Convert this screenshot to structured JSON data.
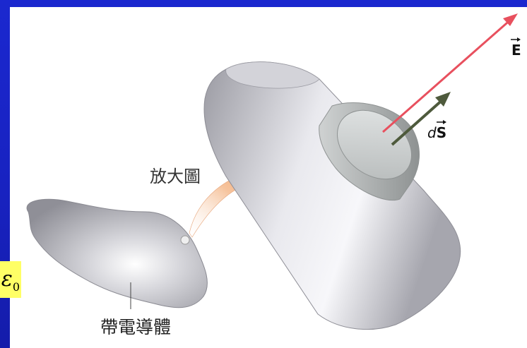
{
  "slide": {
    "background_color": "#1a26c8",
    "panel_color": "#ffffff",
    "highlight_color": "#ffff66"
  },
  "labels": {
    "field_vector": "E",
    "area_vector_prefix": "d",
    "area_vector_symbol": "S",
    "magnified_view": "放大圖",
    "charged_conductor": "帶電導體"
  },
  "equation_fragment": {
    "symbol": "ε",
    "subscript": "0"
  },
  "colors": {
    "e_arrow": "#e8505e",
    "ds_arrow": "#4e5a3c",
    "curved_arrow": "#f2a06a",
    "conductor_gray": "#a9a9b0",
    "disk_gray": "#c9cccc"
  },
  "icons": {
    "field_arrow": "arrow-icon",
    "area_arrow": "arrow-icon",
    "magnify_arrow": "curved-arrow-icon"
  }
}
